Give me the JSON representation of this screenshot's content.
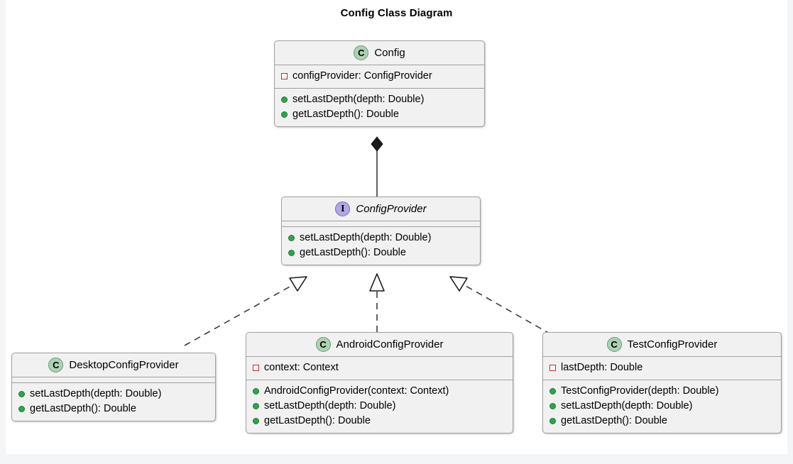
{
  "diagram": {
    "title": "Config Class Diagram",
    "type": "uml-class-diagram"
  },
  "colors": {
    "node_fill": "#F1F1F1",
    "node_border": "#A0A0A0",
    "class_icon": "#ADD1B2",
    "interface_icon": "#B4A7E5",
    "private_marker": "#C82930",
    "public_marker": "#31A34A",
    "canvas": "#FFFFFF",
    "page_background": "#F4F5F7"
  },
  "nodes": {
    "config": {
      "name": "Config",
      "stereotype": "C",
      "kind": "class",
      "attributes": [
        {
          "visibility": "private",
          "text": "configProvider: ConfigProvider"
        }
      ],
      "methods": [
        {
          "visibility": "public",
          "text": "setLastDepth(depth: Double)"
        },
        {
          "visibility": "public",
          "text": "getLastDepth(): Double"
        }
      ]
    },
    "config_provider": {
      "name": "ConfigProvider",
      "stereotype": "I",
      "kind": "interface",
      "attributes": [],
      "methods": [
        {
          "visibility": "public",
          "text": "setLastDepth(depth: Double)"
        },
        {
          "visibility": "public",
          "text": "getLastDepth(): Double"
        }
      ]
    },
    "desktop_config_provider": {
      "name": "DesktopConfigProvider",
      "stereotype": "C",
      "kind": "class",
      "attributes": [],
      "methods": [
        {
          "visibility": "public",
          "text": "setLastDepth(depth: Double)"
        },
        {
          "visibility": "public",
          "text": "getLastDepth(): Double"
        }
      ]
    },
    "android_config_provider": {
      "name": "AndroidConfigProvider",
      "stereotype": "C",
      "kind": "class",
      "attributes": [
        {
          "visibility": "private",
          "text": "context: Context"
        }
      ],
      "methods": [
        {
          "visibility": "public",
          "text": "AndroidConfigProvider(context: Context)"
        },
        {
          "visibility": "public",
          "text": "setLastDepth(depth: Double)"
        },
        {
          "visibility": "public",
          "text": "getLastDepth(): Double"
        }
      ]
    },
    "test_config_provider": {
      "name": "TestConfigProvider",
      "stereotype": "C",
      "kind": "class",
      "attributes": [
        {
          "visibility": "private",
          "text": "lastDepth: Double"
        }
      ],
      "methods": [
        {
          "visibility": "public",
          "text": "TestConfigProvider(depth: Double)"
        },
        {
          "visibility": "public",
          "text": "setLastDepth(depth: Double)"
        },
        {
          "visibility": "public",
          "text": "getLastDepth(): Double"
        }
      ]
    }
  },
  "relationships": [
    {
      "from": "Config",
      "to": "ConfigProvider",
      "type": "composition",
      "line": "solid",
      "marker": "filled-diamond"
    },
    {
      "from": "DesktopConfigProvider",
      "to": "ConfigProvider",
      "type": "realization",
      "line": "dashed",
      "marker": "hollow-triangle"
    },
    {
      "from": "AndroidConfigProvider",
      "to": "ConfigProvider",
      "type": "realization",
      "line": "dashed",
      "marker": "hollow-triangle"
    },
    {
      "from": "TestConfigProvider",
      "to": "ConfigProvider",
      "type": "realization",
      "line": "dashed",
      "marker": "hollow-triangle"
    }
  ]
}
